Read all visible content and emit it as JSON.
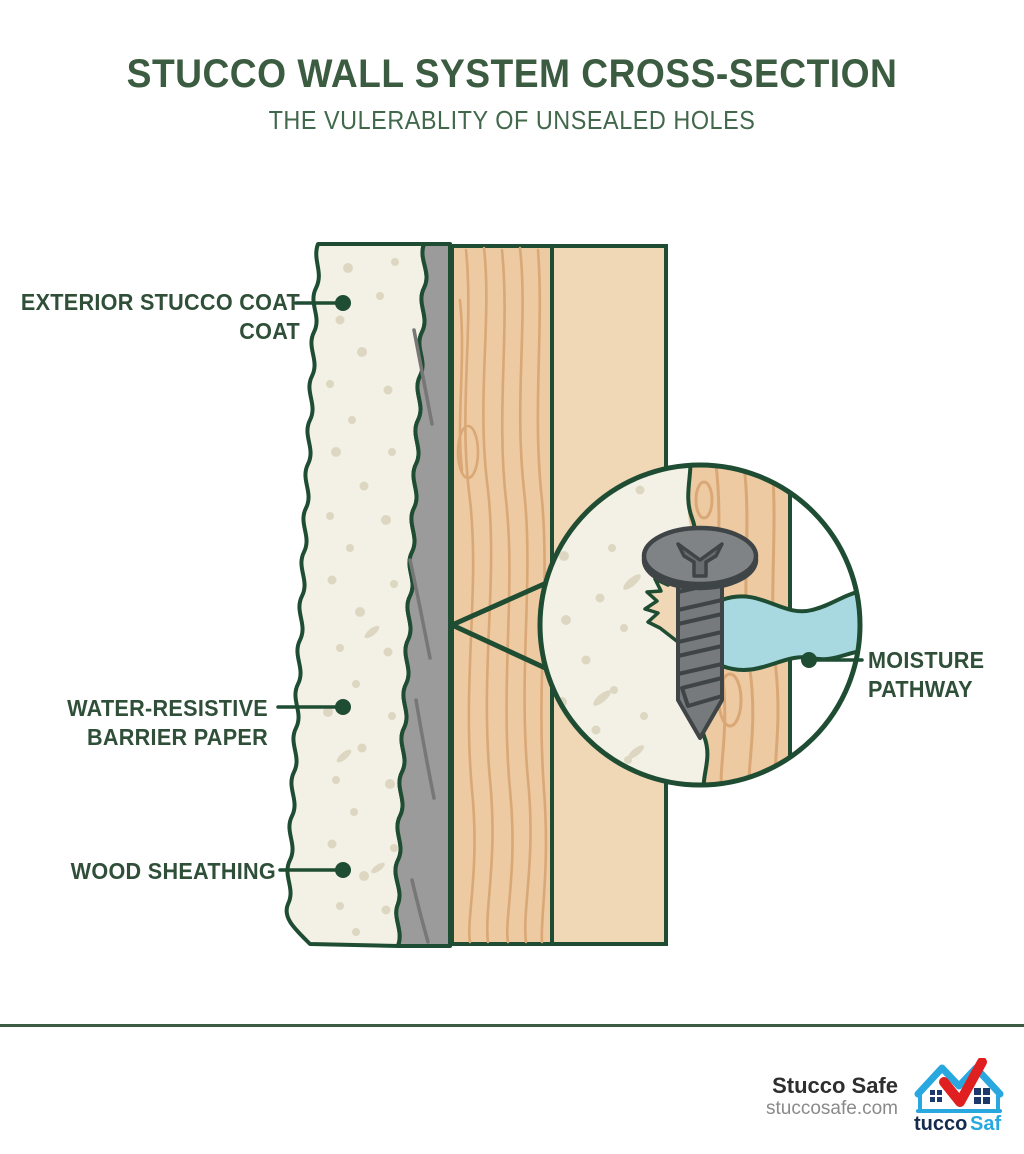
{
  "header": {
    "title": "STUCCO WALL SYSTEM CROSS-SECTION",
    "subtitle": "THE VULERABLITY OF UNSEALED HOLES"
  },
  "labels": {
    "stucco": "EXTERIOR STUCCO COAT COAT",
    "stucco_line1": "EXTERIOR STUCCO COAT",
    "stucco_line2": "COAT",
    "barrier_line1": "WATER-RESISTIVE",
    "barrier_line2": "BARRIER PAPER",
    "wood": "WOOD SHEATHING",
    "moisture_line1": "MOISTURE",
    "moisture_line2": "PATHWAY"
  },
  "diagram": {
    "layers": [
      {
        "name": "exterior-stucco-coat",
        "color": "#f3f0e5",
        "speckle_color": "#ddd7c2"
      },
      {
        "name": "water-resistive-barrier-paper",
        "color": "#9b9b9b",
        "streak_color": "#777777"
      },
      {
        "name": "wood-sheathing-grained",
        "color": "#edcaa2",
        "grain_color": "#d9a876"
      },
      {
        "name": "wood-sheathing-plain",
        "color": "#f0d7b6"
      }
    ],
    "outline_color": "#1f4d33",
    "screw_color": "#767a7d",
    "screw_outline": "#3f4447",
    "moisture_color": "#a8d8e0",
    "magnifier_name": "magnified-detail-circle",
    "callout_name": "magnifier-pointer-cone"
  },
  "footer": {
    "brand_name": "Stucco Safe",
    "brand_url": "stuccosafe.com",
    "logo": {
      "text_dark": "tucco",
      "text_light": "Saf",
      "roof_color": "#29a8e0",
      "check_color": "#e02020",
      "window_color": "#1b3a6b",
      "text_dark_color": "#152a4d",
      "text_light_color": "#29a8e0"
    }
  },
  "colors": {
    "title_green": "#3b5c41",
    "subtitle_green": "#42684c",
    "label_green": "#2f4f38",
    "outline_green": "#1f4d33",
    "divider_green": "#3b5c41"
  }
}
